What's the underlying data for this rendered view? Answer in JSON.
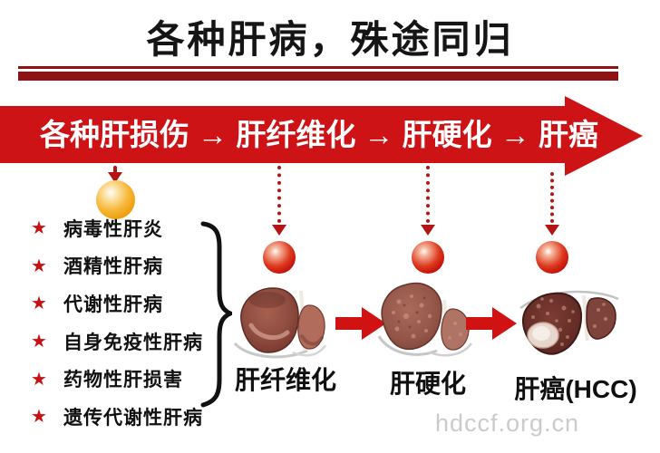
{
  "title": "各种肝病，殊途同归",
  "banner": {
    "text": "各种肝损伤 → 肝纤维化 → 肝硬化 → 肝癌"
  },
  "causes": {
    "items": [
      {
        "label": "病毒性肝炎"
      },
      {
        "label": "酒精性肝病"
      },
      {
        "label": "代谢性肝病"
      },
      {
        "label": "自身免疫性肝病"
      },
      {
        "label": "药物性肝损害"
      },
      {
        "label": "遗传代谢性肝病"
      }
    ]
  },
  "stages": [
    {
      "label": "肝纤维化"
    },
    {
      "label": "肝硬化"
    },
    {
      "label": "肝癌(HCC)"
    }
  ],
  "watermark": "hdccf.org.cn",
  "colors": {
    "banner_red": "#CD1316",
    "rule_dark_red": "#8F1315",
    "dotted_arrow_red": "#B31414",
    "star_red": "#C61212",
    "ball_orange": "#EE9B07",
    "ball_red": "#BC0606",
    "title_black": "#151515",
    "watermark_gray": "#CBCBCB"
  }
}
